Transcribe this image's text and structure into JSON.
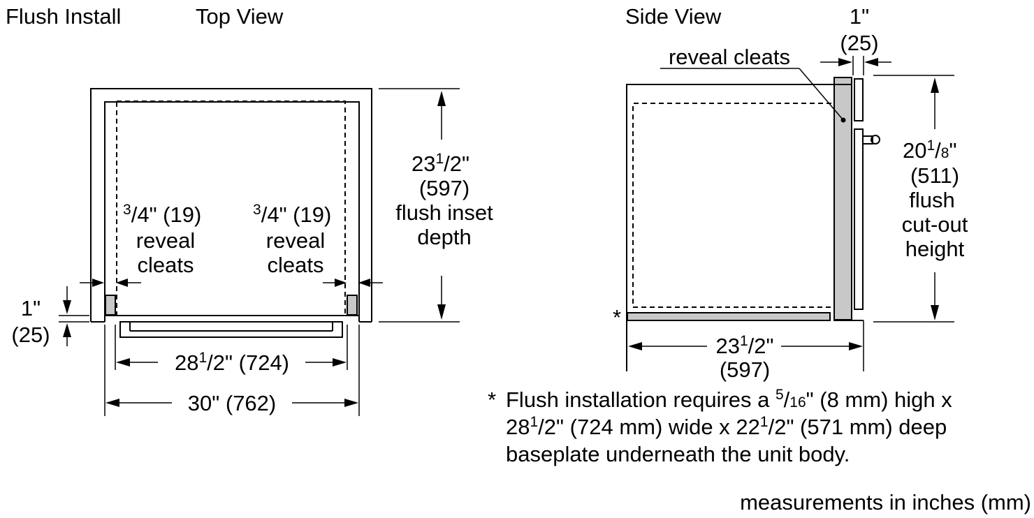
{
  "titles": {
    "flush_install": "Flush Install",
    "top_view": "Top View",
    "side_view": "Side View"
  },
  "top_view": {
    "reveal_left": {
      "whole": "",
      "num": "3",
      "den": "4",
      "rest": "\" (19)",
      "line2": "reveal",
      "line3": "cleats"
    },
    "reveal_right": {
      "whole": "",
      "num": "3",
      "den": "4",
      "rest": "\" (19)",
      "line2": "reveal",
      "line3": "cleats"
    },
    "depth": {
      "whole": "23",
      "num": "1",
      "den": "2",
      "rest": "\"",
      "line2": "(597)",
      "line3": "flush inset",
      "line4": "depth"
    },
    "offset": {
      "line1": "1\"",
      "line2": "(25)"
    },
    "inner_width": {
      "whole": "28",
      "num": "1",
      "den": "2",
      "rest": "\" (724)"
    },
    "outer_width": "30\" (762)"
  },
  "side_view": {
    "reveal_cleats": "reveal cleats",
    "thickness": {
      "line1": "1\"",
      "line2": "(25)"
    },
    "height": {
      "whole": "20",
      "num": "1",
      "den": "8",
      "rest": "\"",
      "line2": "(511)",
      "line3": "flush",
      "line4": "cut-out",
      "line5": "height"
    },
    "depth": {
      "whole": "23",
      "num": "1",
      "den": "2",
      "rest": "\"",
      "line2": "(597)"
    },
    "asterisk": "*"
  },
  "note": {
    "star": "*",
    "l1_a": "Flush installation requires a ",
    "l1_num": "5",
    "l1_den": "16",
    "l1_b": "\" (8 mm) high x",
    "l2_whole": "28",
    "l2_num": "1",
    "l2_den": "2",
    "l2_a": "\" (724 mm) wide x 22",
    "l2_num2": "1",
    "l2_den2": "2",
    "l2_b": "\" (571 mm) deep",
    "l3": "baseplate underneath the unit body."
  },
  "footer": "measurements in inches (mm)"
}
